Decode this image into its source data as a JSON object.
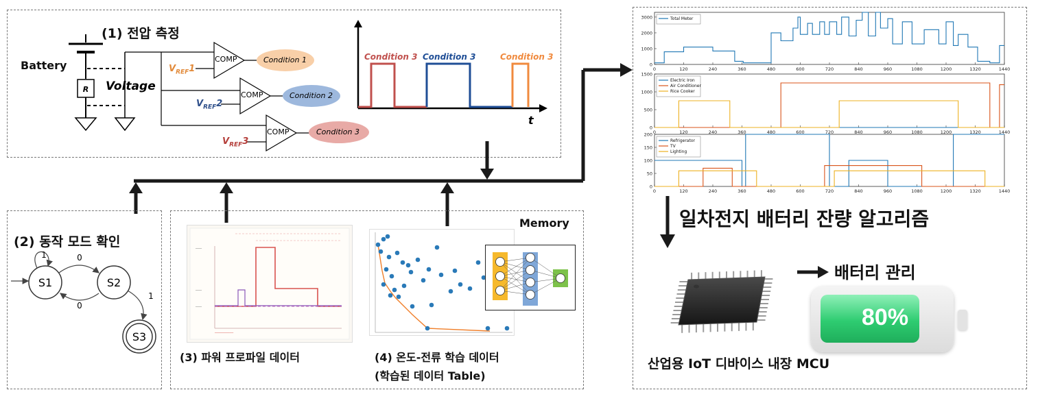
{
  "voltage_section": {
    "title": "(1) 전압 측정",
    "battery_label": "Battery",
    "resistor_label": "R",
    "voltage_label": "Voltage",
    "comparators": [
      {
        "label": "COMP",
        "vref_main": "V",
        "vref_sub": "REF",
        "vref_num": "1",
        "condition": "Condition 1",
        "color": "#e28a3a",
        "fill": "#f8cfa8"
      },
      {
        "label": "COMP",
        "vref_main": "V",
        "vref_sub": "REF",
        "vref_num": "2",
        "condition": "Condition 2",
        "color": "#2e4f8a",
        "fill": "#9db8dd"
      },
      {
        "label": "COMP",
        "vref_main": "V",
        "vref_sub": "REF",
        "vref_num": "3",
        "condition": "Condition 3",
        "color": "#b5403c",
        "fill": "#e8aaa6"
      }
    ],
    "pulse_labels": [
      "Condition 3",
      "Condition 3",
      "Condition 3"
    ],
    "pulse_colors": [
      "#c0504d",
      "#1f4e96",
      "#f08a3e"
    ],
    "time_axis_label": "t"
  },
  "mode_section": {
    "title": "(2) 동작 모드 확인",
    "states": [
      "S1",
      "S2",
      "S3"
    ],
    "transitions": [
      "1",
      "0",
      "0",
      "1"
    ]
  },
  "memory_section": {
    "title": "Memory",
    "power_profile_label": "(3) 파워 프로파일 데이터",
    "temp_current_label_line1": "(4) 온도-전류 학습 데이터",
    "temp_current_label_line2": "(학습된 데이터 Table)"
  },
  "charts_section": {
    "algorithm_title": "일차전지 배터리 잔량 알고리즘",
    "chart_data": [
      {
        "type": "line",
        "x_ticks": [
          "0",
          "120",
          "240",
          "360",
          "480",
          "600",
          "720",
          "840",
          "960",
          "1080",
          "1200",
          "1320",
          "1440"
        ],
        "y_ticks": [
          "0",
          "1000",
          "2000",
          "3000"
        ],
        "ylim": [
          0,
          3300
        ],
        "xlim": [
          0,
          1440
        ],
        "series": [
          {
            "name": "Total Meter",
            "color": "#1f77b4",
            "x": [
              0,
              40,
              40,
              120,
              120,
              240,
              240,
              330,
              330,
              365,
              365,
              480,
              480,
              520,
              520,
              570,
              570,
              590,
              590,
              600,
              600,
              630,
              630,
              650,
              650,
              680,
              680,
              700,
              700,
              720,
              720,
              750,
              750,
              770,
              770,
              800,
              800,
              830,
              830,
              855,
              855,
              880,
              880,
              910,
              910,
              930,
              930,
              960,
              960,
              980,
              980,
              1020,
              1020,
              1060,
              1060,
              1110,
              1110,
              1170,
              1170,
              1200,
              1200,
              1230,
              1230,
              1250,
              1250,
              1290,
              1290,
              1330,
              1330,
              1380,
              1380,
              1420,
              1420,
              1440
            ],
            "y": [
              100,
              100,
              800,
              800,
              1100,
              1100,
              850,
              850,
              200,
              200,
              100,
              100,
              2000,
              2000,
              1500,
              1500,
              2300,
              2300,
              3000,
              3000,
              1900,
              1900,
              2600,
              2600,
              1900,
              1900,
              2700,
              2700,
              1900,
              1900,
              2700,
              2700,
              1900,
              1900,
              3000,
              3000,
              1800,
              1800,
              2800,
              2800,
              3300,
              3300,
              1800,
              1800,
              3300,
              3300,
              2300,
              2300,
              2900,
              2900,
              1300,
              1300,
              2700,
              2700,
              1300,
              1300,
              2200,
              2200,
              1300,
              1300,
              2700,
              2700,
              1200,
              1200,
              1900,
              1900,
              1100,
              1100,
              200,
              200,
              100,
              100,
              1200,
              1200
            ]
          }
        ]
      },
      {
        "type": "line",
        "x_ticks": [
          "0",
          "120",
          "240",
          "360",
          "480",
          "600",
          "720",
          "840",
          "960",
          "1080",
          "1200",
          "1320",
          "1440"
        ],
        "y_ticks": [
          "0",
          "500",
          "1000",
          "1500"
        ],
        "ylim": [
          0,
          1500
        ],
        "xlim": [
          0,
          1440
        ],
        "series": [
          {
            "name": "Electric Iron",
            "color": "#1f77b4",
            "x": [
              0,
              1440
            ],
            "y": [
              0,
              0
            ]
          },
          {
            "name": "Air Conditioner",
            "color": "#d95319",
            "x": [
              0,
              520,
              520,
              1380,
              1380,
              1420,
              1420,
              1440
            ],
            "y": [
              0,
              0,
              1250,
              1250,
              0,
              0,
              1200,
              1200
            ]
          },
          {
            "name": "Rice Cooker",
            "color": "#edb120",
            "x": [
              0,
              100,
              100,
              310,
              310,
              760,
              760,
              1250,
              1250,
              1440
            ],
            "y": [
              0,
              0,
              750,
              750,
              0,
              0,
              750,
              750,
              0,
              0
            ]
          }
        ]
      },
      {
        "type": "line",
        "x_ticks": [
          "0",
          "120",
          "240",
          "360",
          "480",
          "600",
          "720",
          "840",
          "960",
          "1080",
          "1200",
          "1320",
          "1440"
        ],
        "y_ticks": [
          "0",
          "50",
          "100",
          "150",
          "200"
        ],
        "ylim": [
          0,
          200
        ],
        "xlim": [
          0,
          1440
        ],
        "series": [
          {
            "name": "Refrigerator",
            "color": "#1f77b4",
            "x": [
              0,
              360,
              360,
              375,
              375,
              720,
              720,
              800,
              800,
              960,
              960,
              1230,
              1230,
              1440
            ],
            "y": [
              100,
              100,
              0,
              0,
              200,
              200,
              0,
              0,
              100,
              100,
              0,
              0,
              200,
              200
            ]
          },
          {
            "name": "TV",
            "color": "#d95319",
            "x": [
              0,
              200,
              200,
              320,
              320,
              700,
              700,
              1100,
              1100,
              1440
            ],
            "y": [
              0,
              0,
              70,
              70,
              0,
              0,
              80,
              80,
              0,
              0
            ]
          },
          {
            "name": "Lighting",
            "color": "#edb120",
            "x": [
              0,
              100,
              100,
              420,
              420,
              740,
              740,
              1360,
              1360,
              1440
            ],
            "y": [
              0,
              0,
              60,
              60,
              0,
              0,
              60,
              60,
              0,
              0
            ]
          }
        ]
      }
    ]
  },
  "mcu_section": {
    "mcu_label": "산업용 IoT 디바이스 내장 MCU",
    "battery_mgmt_label": "배터리 관리",
    "battery_percent": "80%",
    "battery_level": 0.8
  }
}
